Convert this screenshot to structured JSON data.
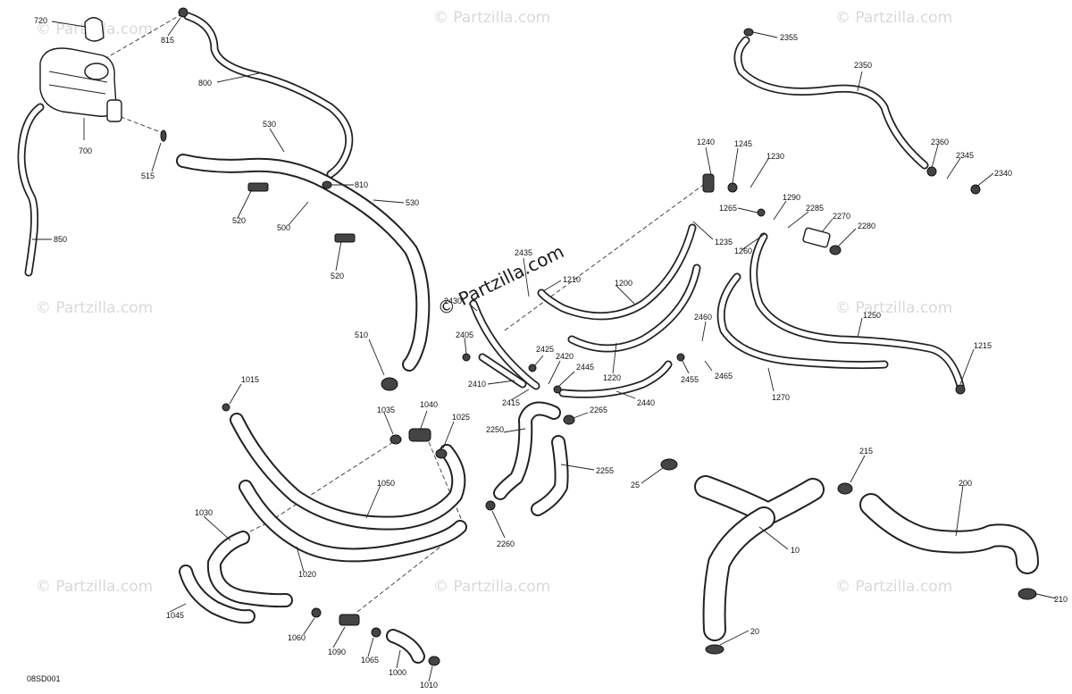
{
  "diagram": {
    "code": "08SD001",
    "watermark_main": "© Partzilla.com",
    "watermark": "© Partzilla.com",
    "callouts": [
      "720",
      "815",
      "800",
      "700",
      "515",
      "530",
      "810",
      "530",
      "520",
      "500",
      "520",
      "850",
      "2355",
      "2350",
      "2360",
      "2345",
      "2340",
      "1240",
      "1245",
      "1230",
      "1265",
      "1290",
      "2285",
      "2270",
      "2280",
      "1235",
      "1260",
      "2435",
      "1210",
      "1200",
      "2430",
      "2460",
      "1250",
      "1215",
      "2405",
      "2425",
      "2420",
      "2445",
      "2455",
      "2465",
      "2410",
      "2415",
      "1220",
      "2440",
      "1270",
      "510",
      "1015",
      "1035",
      "1040",
      "1025",
      "2265",
      "2250",
      "2255",
      "1050",
      "25",
      "215",
      "200",
      "1030",
      "2260",
      "10",
      "1020",
      "1045",
      "1060",
      "1090",
      "1065",
      "20",
      "210",
      "1000",
      "1010"
    ]
  }
}
